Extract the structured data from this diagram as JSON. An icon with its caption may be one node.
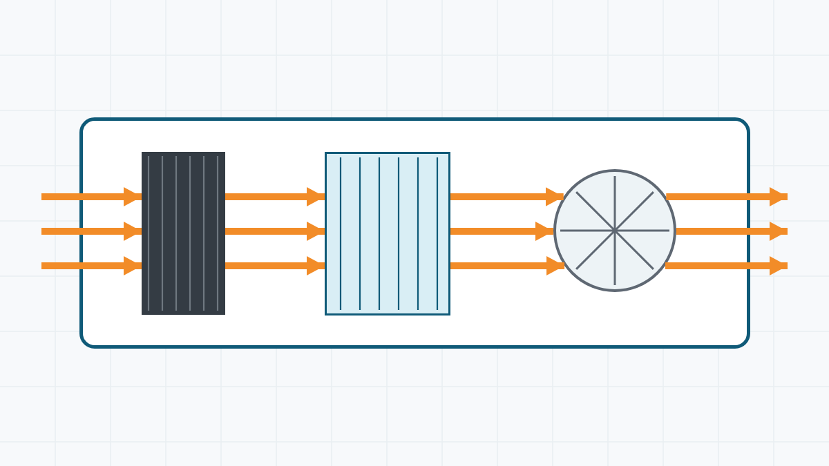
{
  "diagram": {
    "nodes": [
      {
        "text": [],
        "shape": "box"
      },
      {
        "text": [],
        "shape": "box",
        "in": 0
      },
      {
        "text": [],
        "shape": "box",
        "in": 0
      },
      {
        "text": [],
        "shape": "circle",
        "in": 0
      }
    ],
    "edges": [
      {
        "from": null,
        "to": 1,
        "arrow": "to"
      },
      {
        "from": null,
        "to": 1,
        "arrow": "to"
      },
      {
        "from": null,
        "to": 1,
        "arrow": "to"
      },
      {
        "from": 1,
        "to": 2,
        "arrow": "to"
      },
      {
        "from": 1,
        "to": 2,
        "arrow": "to"
      },
      {
        "from": 1,
        "to": 2,
        "arrow": "to"
      },
      {
        "from": 2,
        "to": 3,
        "arrow": "to"
      },
      {
        "from": 2,
        "to": 3,
        "arrow": "to"
      },
      {
        "from": 2,
        "to": 3,
        "arrow": "to"
      },
      {
        "from": 3,
        "to": null,
        "arrow": "to"
      },
      {
        "from": 3,
        "to": null,
        "arrow": "to"
      },
      {
        "from": 3,
        "to": null,
        "arrow": "to"
      }
    ]
  }
}
